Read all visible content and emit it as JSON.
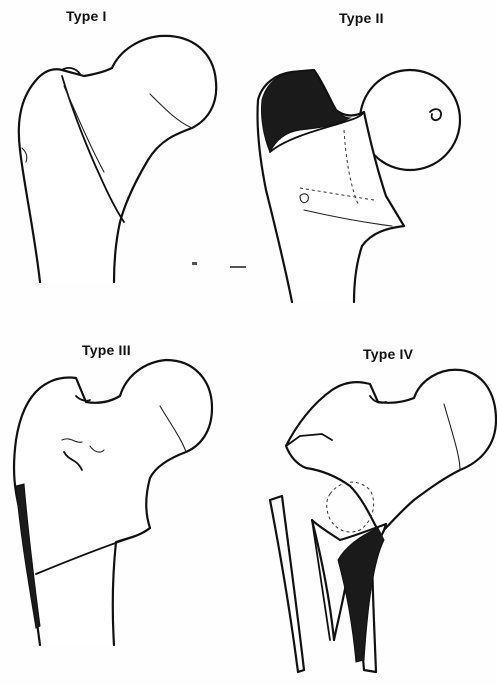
{
  "panels": [
    {
      "label": "Type I"
    },
    {
      "label": "Type II"
    },
    {
      "label": "Type III"
    },
    {
      "label": "Type IV"
    }
  ]
}
